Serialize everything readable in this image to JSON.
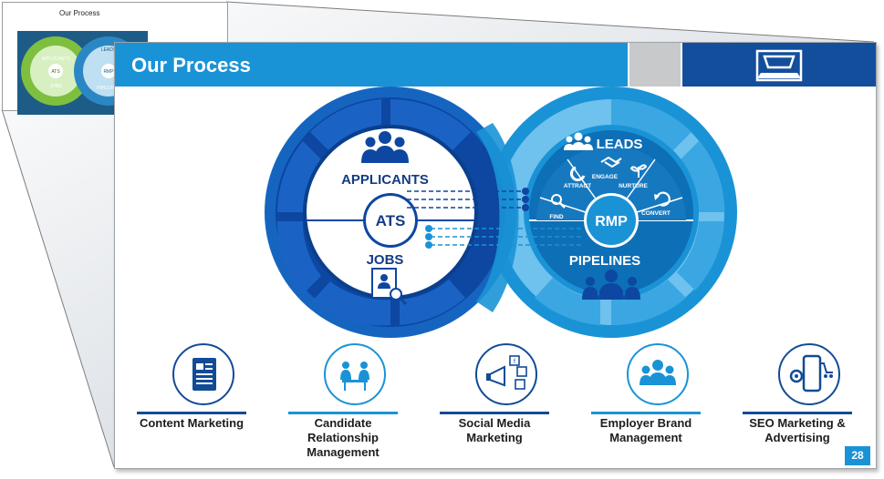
{
  "thumbnail": {
    "title": "Our Process",
    "mini_labels": [
      "APPLICANTS",
      "ATS",
      "JOBS",
      "LEADS",
      "RMP",
      "PIPELINES"
    ]
  },
  "slide": {
    "title": "Our Process",
    "page_number": "28",
    "accent_color": "#1a93d6",
    "navy_color": "#134e9d"
  },
  "ats_ring": {
    "applicants_label": "APPLICANTS",
    "center_label": "ATS",
    "jobs_label": "JOBS",
    "icons": [
      "group-icon",
      "resume-search-icon"
    ]
  },
  "rmp_ring": {
    "leads_label": "LEADS",
    "center_label": "RMP",
    "pipelines_label": "PIPELINES",
    "stages": [
      {
        "label": "FIND",
        "icon": "magnifier-icon"
      },
      {
        "label": "ATTRACT",
        "icon": "magnet-icon"
      },
      {
        "label": "ENGAGE",
        "icon": "handshake-icon"
      },
      {
        "label": "NURTURE",
        "icon": "plant-icon"
      },
      {
        "label": "CONVERT",
        "icon": "refresh-icon"
      }
    ]
  },
  "services": [
    {
      "name": "Content Marketing",
      "icon": "document-icon"
    },
    {
      "name": "Candidate Relationship Management",
      "icon": "meeting-icon"
    },
    {
      "name": "Social Media Marketing",
      "icon": "megaphone-icon"
    },
    {
      "name": "Employer Brand Management",
      "icon": "people-icon"
    },
    {
      "name": "SEO Marketing & Advertising",
      "icon": "mobile-cart-icon"
    }
  ]
}
